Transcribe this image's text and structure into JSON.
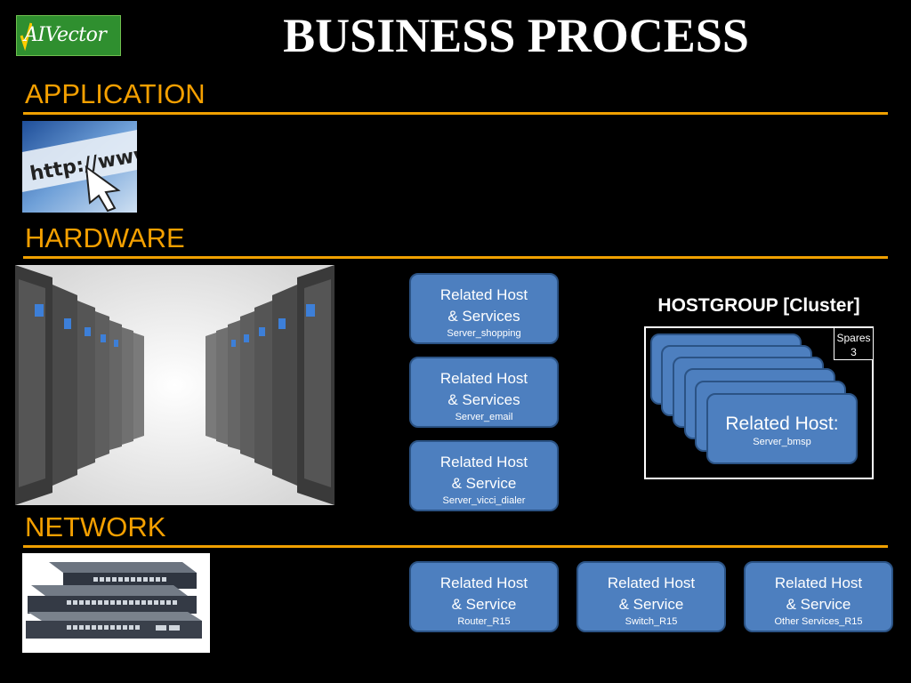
{
  "logo": {
    "text": "AIVector"
  },
  "title": "BUSINESS PROCESS",
  "sections": {
    "application": "APPLICATION",
    "hardware": "HARDWARE",
    "network": "NETWORK"
  },
  "hardware_boxes": [
    {
      "line1": "Related Host",
      "line2": "& Services",
      "host": "Server_shopping"
    },
    {
      "line1": "Related Host",
      "line2": "& Services",
      "host": "Server_email"
    },
    {
      "line1": "Related Host",
      "line2": "& Service",
      "host": "Server_vicci_dialer"
    }
  ],
  "network_boxes": [
    {
      "line1": "Related Host",
      "line2": "& Service",
      "host": "Router_R15"
    },
    {
      "line1": "Related Host",
      "line2": "& Service",
      "host": "Switch_R15"
    },
    {
      "line1": "Related Host",
      "line2": "& Service",
      "host": "Other Services_R15"
    }
  ],
  "hostgroup": {
    "title": "HOSTGROUP [Cluster]",
    "spares_label": "Spares",
    "spares_count": "3",
    "card_title": "Related Host:",
    "card_host": "Server_bmsp"
  },
  "images": {
    "application": "http-browser-image",
    "hardware": "server-racks-image",
    "network": "network-switches-image"
  },
  "colors": {
    "accent": "#f0a000",
    "box": "#4d7fbf",
    "box_border": "#2b5385",
    "background": "#000000"
  }
}
